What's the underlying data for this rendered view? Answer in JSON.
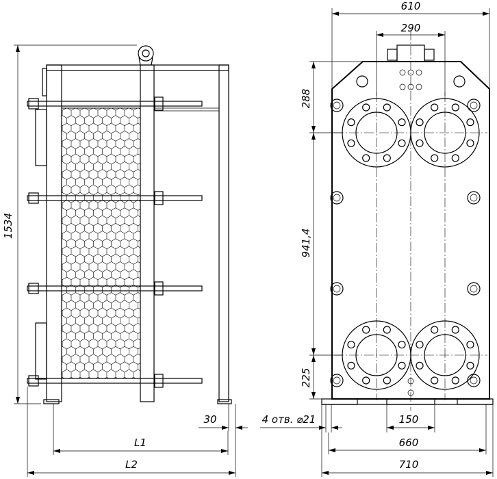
{
  "dimensions": {
    "overall_height": "1534",
    "top_width": "610",
    "port_spacing": "290",
    "top_offset": "288",
    "port_vertical": "941,4",
    "bottom_offset": "225",
    "foot_extra": "30",
    "l1": "L1",
    "l2": "L2",
    "holes": "4 отв. ⌀21",
    "foot_slot": "150",
    "base_holes": "660",
    "base_width": "710"
  }
}
